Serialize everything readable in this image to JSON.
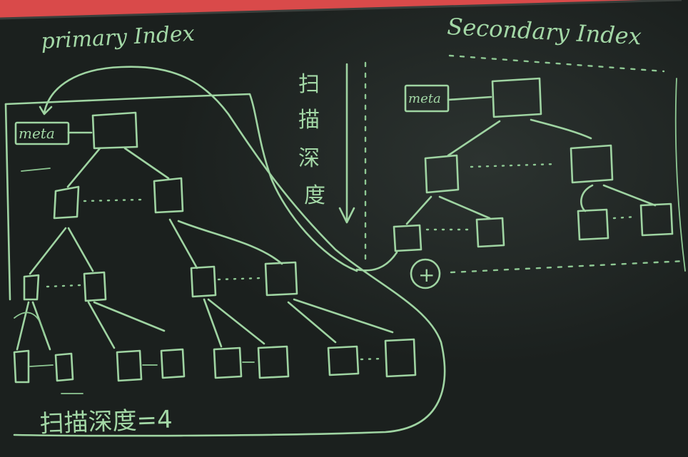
{
  "board": {
    "colors": {
      "frame": "#d94a4a",
      "board": "#1d2220",
      "chalk": "#9fd4a2"
    },
    "primary": {
      "title": "primary Index",
      "meta_label": "meta",
      "depth_note": "扫描深度=4"
    },
    "secondary": {
      "title": "Secondary Index",
      "meta_label": "meta",
      "plus_mark": "+",
      "vertical_note": [
        "扫",
        "描",
        "深",
        "度"
      ]
    }
  }
}
